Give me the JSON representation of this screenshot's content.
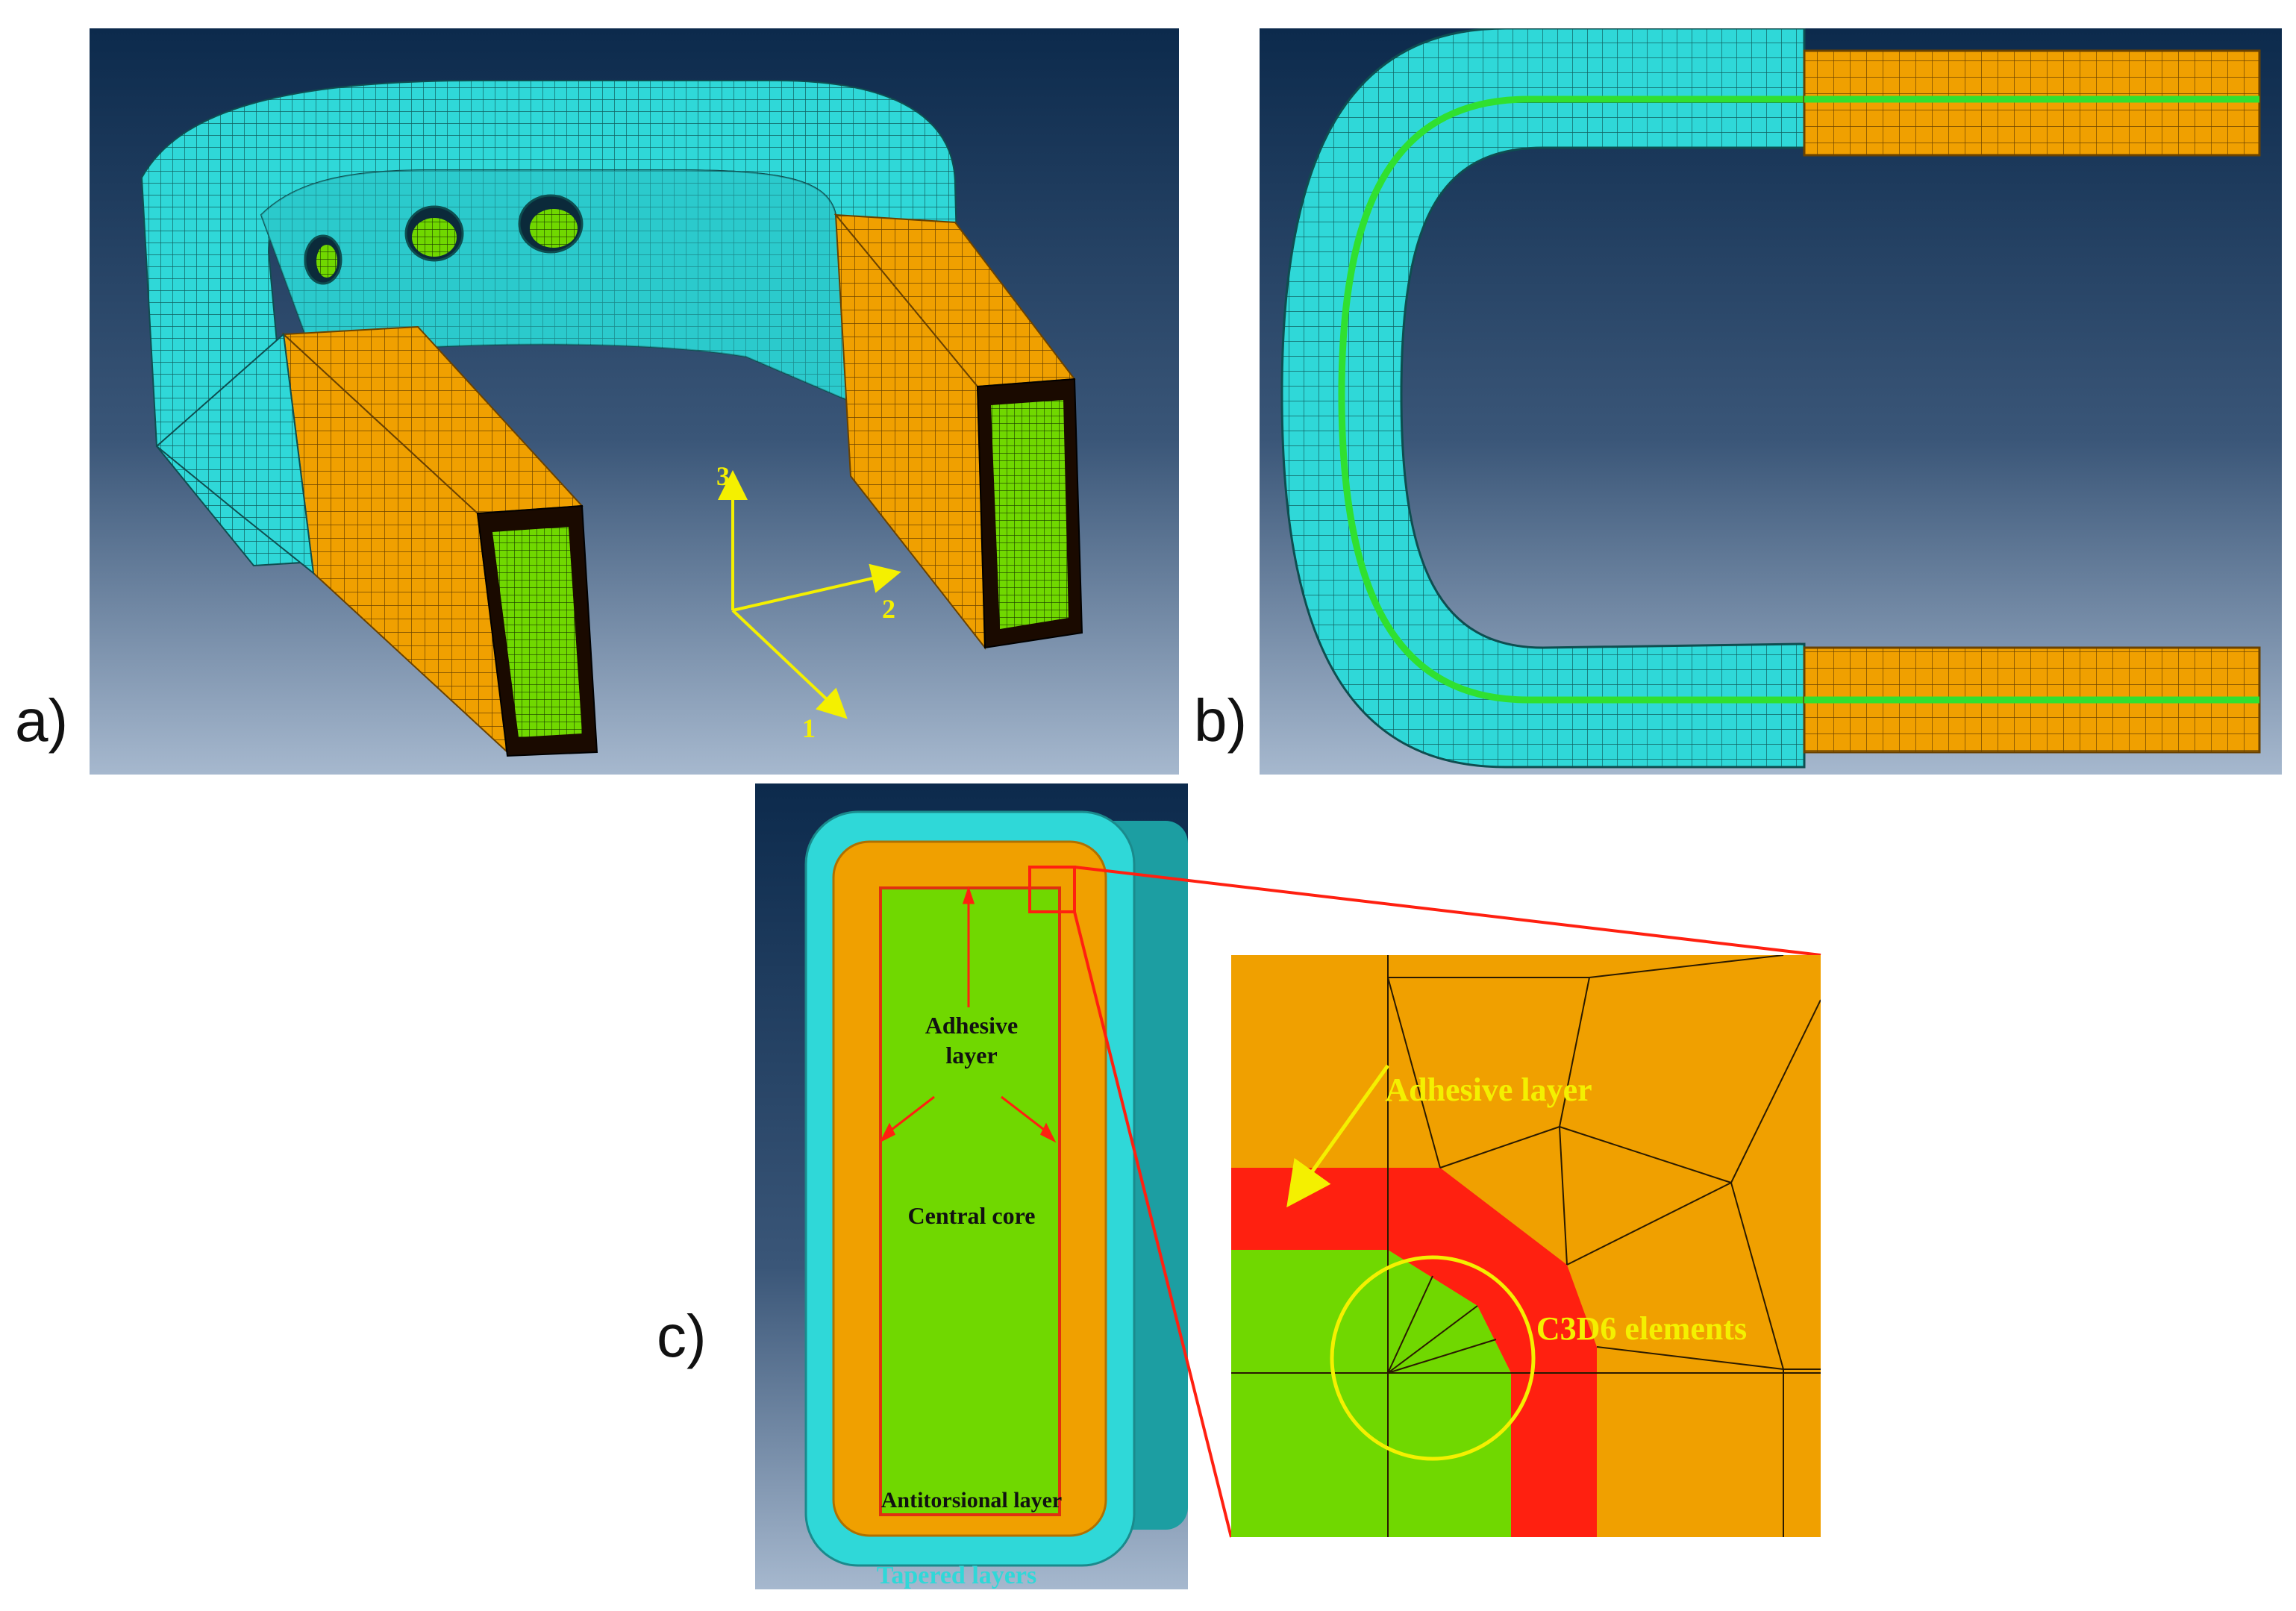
{
  "panels": {
    "a": {
      "label": "a)",
      "axes": {
        "x1": "1",
        "x2": "2",
        "x3": "3"
      }
    },
    "b": {
      "label": "b)"
    },
    "c": {
      "label": "c)",
      "section_labels": {
        "adhesive_line1": "Adhesive",
        "adhesive_line2": "layer",
        "central_core": "Central core",
        "antitorsional": "Antitorsional layer",
        "tapered": "Tapered layers"
      },
      "zoom_labels": {
        "adhesive": "Adhesive layer",
        "c3d6": "C3D6 elements"
      }
    }
  },
  "colors": {
    "cyan": "#2fd8d8",
    "orange": "#f0a000",
    "green": "#70d800",
    "red": "#ff2010",
    "yellow": "#f4f000",
    "bg_top": "#0c2a4c",
    "bg_bottom": "#a3b5cc"
  }
}
